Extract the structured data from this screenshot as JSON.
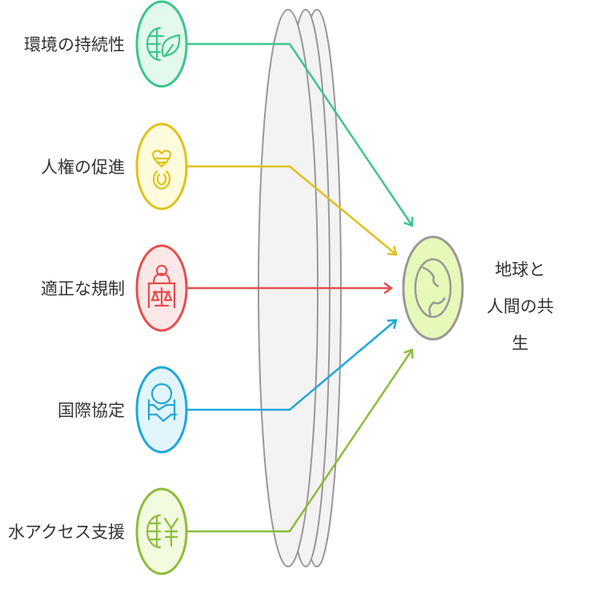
{
  "inputs": [
    {
      "label": "環境の持続性",
      "icon": "globe-leaf-icon",
      "color": "#3cc68a",
      "fill": "#e3f9ee"
    },
    {
      "label": "人権の促進",
      "icon": "heart-ring-icon",
      "color": "#e0c21a",
      "fill": "#fffbdc"
    },
    {
      "label": "適正な規制",
      "icon": "judge-scales-icon",
      "color": "#e54e4e",
      "fill": "#fde8e8"
    },
    {
      "label": "国際協定",
      "icon": "globe-handshake-icon",
      "color": "#1ea7d9",
      "fill": "#e3f5fc"
    },
    {
      "label": "水アクセス支援",
      "icon": "globe-yen-icon",
      "color": "#8cbd3a",
      "fill": "#f2fadf"
    }
  ],
  "goal": {
    "line1": "地球と",
    "line2": "人間の共生",
    "icon": "globe-icon",
    "color": "#999999",
    "fill": "#e6f9b8"
  }
}
